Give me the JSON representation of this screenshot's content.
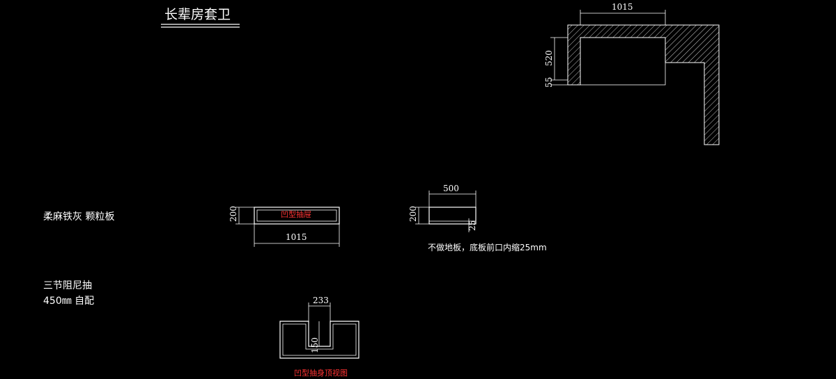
{
  "title": "长辈房套卫",
  "material_note": "柔麻铁灰 颗粒板",
  "slide_note_line1": "三节阻尼抽",
  "slide_note_line2": "450㎜ 自配",
  "bottom_note": "不做地板，底板前口内缩25mm",
  "drawer_front_label": "凹型抽屉",
  "drawer_top_view_label": "凹型抽身顶视图",
  "plan_view": {
    "dim_width": "1015",
    "dim_depth": "520",
    "dim_offset": "55"
  },
  "front_view": {
    "dim_height": "200",
    "dim_width": "1015"
  },
  "side_view": {
    "dim_width": "500",
    "dim_height": "200",
    "dim_inset": "25"
  },
  "top_view": {
    "dim_notch_width": "233",
    "dim_notch_depth": "150"
  },
  "colors": {
    "background": "#000000",
    "line": "#ffffff",
    "label_red": "#ff3333"
  }
}
